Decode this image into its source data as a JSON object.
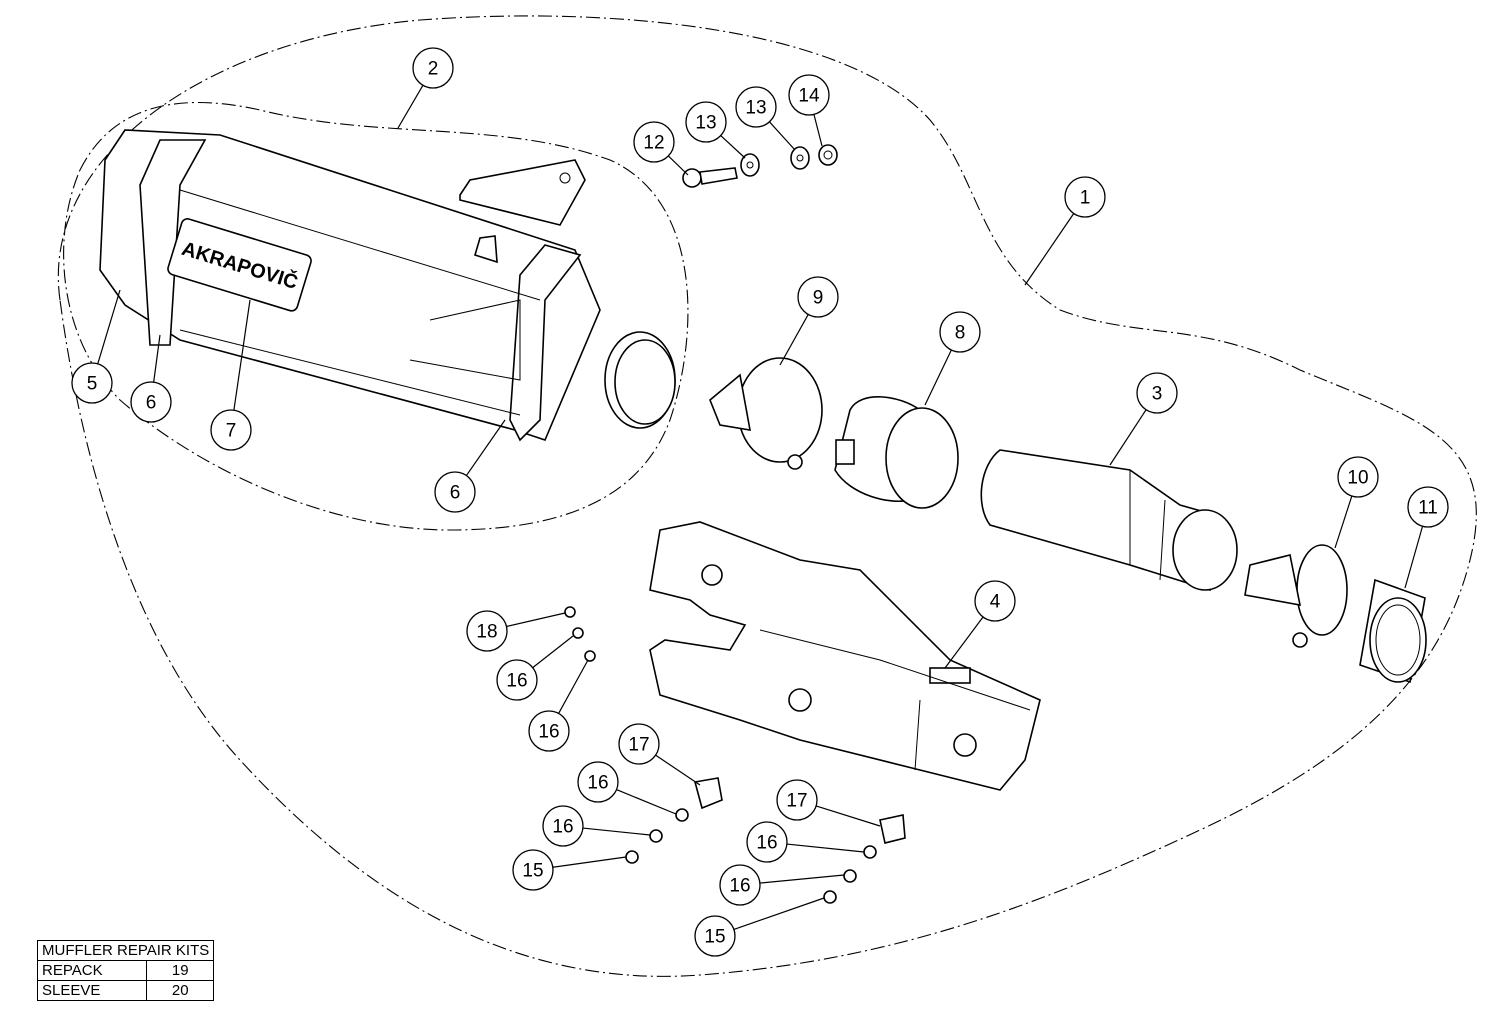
{
  "diagram": {
    "brand_logo_text": "AKRAPOVIČ",
    "callouts": [
      "1",
      "2",
      "3",
      "4",
      "5",
      "6",
      "7",
      "6",
      "8",
      "9",
      "10",
      "11",
      "12",
      "13",
      "13",
      "14",
      "18",
      "16",
      "16",
      "17",
      "16",
      "16",
      "15",
      "17",
      "16",
      "16",
      "15"
    ]
  },
  "repair_kits": {
    "title": "MUFFLER REPAIR KITS",
    "rows": [
      {
        "name": "REPACK",
        "number": "19"
      },
      {
        "name": "SLEEVE",
        "number": "20"
      }
    ]
  }
}
